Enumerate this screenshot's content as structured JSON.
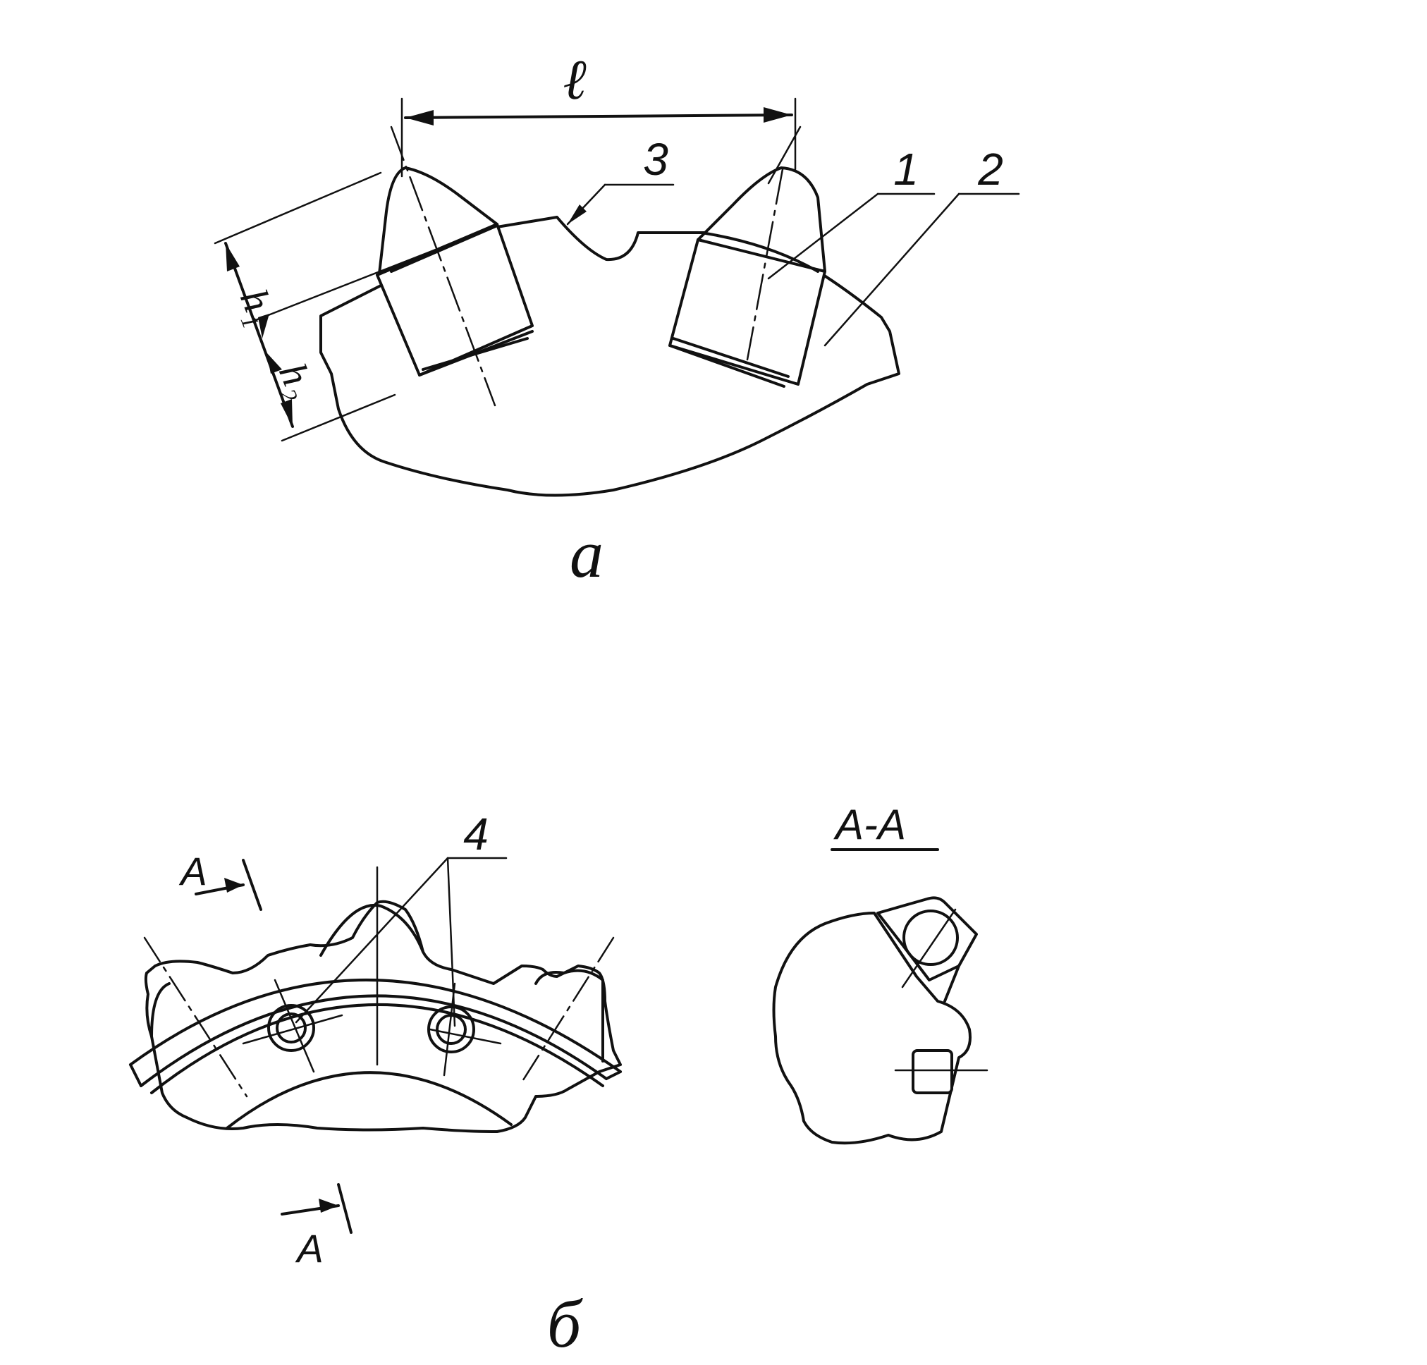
{
  "drawing_a": {
    "dimension_pitch": "ℓ",
    "dimension_h1": "h₁",
    "dimension_h2": "h₂",
    "callout_1": "1",
    "callout_2": "2",
    "callout_3": "3",
    "caption": "а"
  },
  "drawing_b": {
    "callout_4": "4",
    "section_mark_top": "А",
    "section_mark_bottom": "А",
    "section_title": "А-А",
    "caption": "б"
  }
}
